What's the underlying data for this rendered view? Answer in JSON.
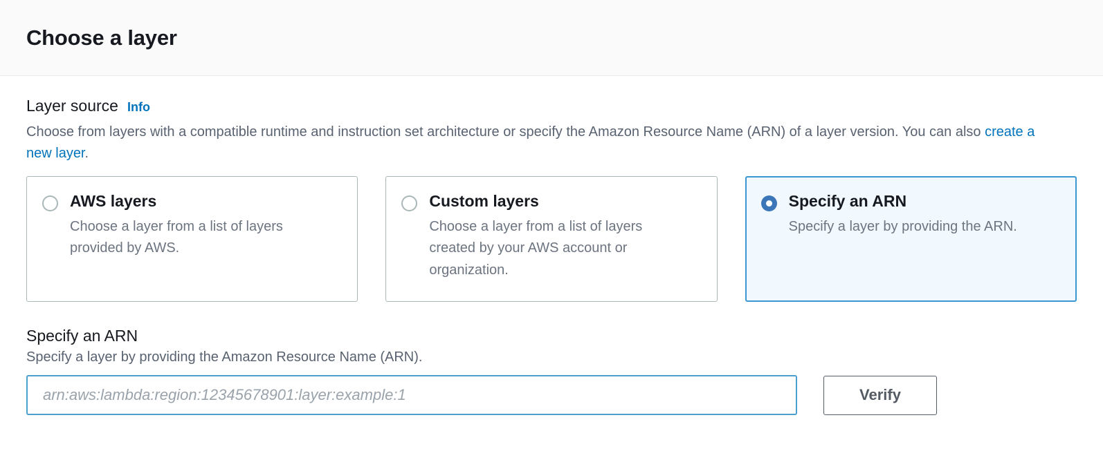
{
  "header": {
    "title": "Choose a layer"
  },
  "layer_source": {
    "label": "Layer source",
    "info_label": "Info",
    "description_part1": "Choose from layers with a compatible runtime and instruction set architecture or specify the Amazon Resource Name (ARN) of a layer version. You can also ",
    "description_link": "create a new layer",
    "description_part2": ".",
    "options": [
      {
        "title": "AWS layers",
        "description": "Choose a layer from a list of layers provided by AWS.",
        "selected": false
      },
      {
        "title": "Custom layers",
        "description": "Choose a layer from a list of layers created by your AWS account or organization.",
        "selected": false
      },
      {
        "title": "Specify an ARN",
        "description": "Specify a layer by providing the ARN.",
        "selected": true
      }
    ]
  },
  "arn_section": {
    "label": "Specify an ARN",
    "description": "Specify a layer by providing the Amazon Resource Name (ARN).",
    "input_value": "",
    "input_placeholder": "arn:aws:lambda:region:12345678901:layer:example:1",
    "verify_label": "Verify"
  },
  "colors": {
    "accent_blue": "#0073bb",
    "selected_border": "#3b97d3",
    "selected_fill": "#f1f8fe",
    "radio_selected": "#3a76b8",
    "input_border": "#4a9fcc",
    "button_border": "#545b64",
    "tile_border": "#aab7b8",
    "header_bg": "#fafafa",
    "text_primary": "#16191f",
    "text_secondary": "#596270"
  }
}
